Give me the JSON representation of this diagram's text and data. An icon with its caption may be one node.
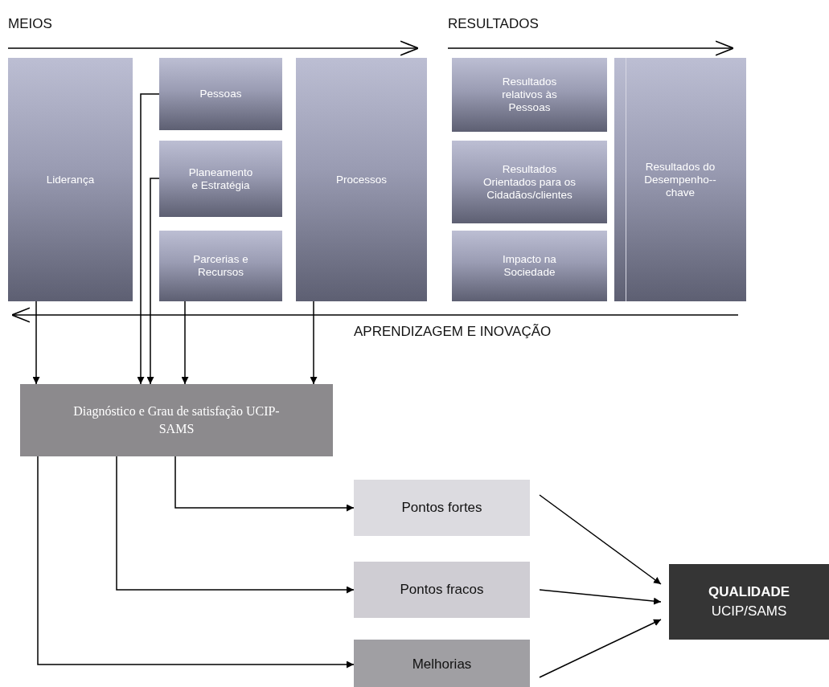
{
  "diagram": {
    "nodes": [
      {
        "text": [
          "Liderança"
        ]
      },
      {
        "text": [
          "Pessoas"
        ]
      },
      {
        "text": [
          "Planeamento e Estratégia"
        ]
      },
      {
        "text": [
          "Parcerias e Recursos"
        ]
      },
      {
        "text": [
          "Processos"
        ]
      },
      {
        "text": [
          "Resultados relativos às Pessoas"
        ]
      },
      {
        "text": [
          "Resultados Orientados para os Cidadãos/clientes"
        ]
      },
      {
        "text": [
          "Impacto na Sociedade"
        ]
      },
      {
        "text": [
          "Resultados do Desempenho--chave"
        ]
      },
      {
        "text": [
          "Diagnóstico e Grau de satisfação UCIP-SAMS"
        ]
      },
      {
        "text": [
          "Pontos fortes"
        ]
      },
      {
        "text": [
          "Pontos fracos"
        ]
      },
      {
        "text": [
          "Melhorias"
        ]
      },
      {
        "text": [
          "QUALIDADE",
          "UCIP/SAMS"
        ]
      }
    ],
    "edges": [
      {
        "from": 0,
        "to": 9,
        "arrow": "to"
      },
      {
        "from": 1,
        "to": 9,
        "arrow": "to"
      },
      {
        "from": 2,
        "to": 9,
        "arrow": "to"
      },
      {
        "from": 3,
        "to": 9,
        "arrow": "to"
      },
      {
        "from": 4,
        "to": 9,
        "arrow": "to"
      },
      {
        "from": 9,
        "to": 10,
        "arrow": "to"
      },
      {
        "from": 9,
        "to": 11,
        "arrow": "to"
      },
      {
        "from": 9,
        "to": 12,
        "arrow": "to"
      },
      {
        "from": 10,
        "to": 13,
        "arrow": "to"
      },
      {
        "from": 11,
        "to": 13,
        "arrow": "to"
      },
      {
        "from": 12,
        "to": 13,
        "arrow": "to"
      }
    ],
    "labels": [
      "MEIOS",
      "RESULTADOS",
      "APRENDIZAGEM E INOVAÇÃO"
    ]
  }
}
